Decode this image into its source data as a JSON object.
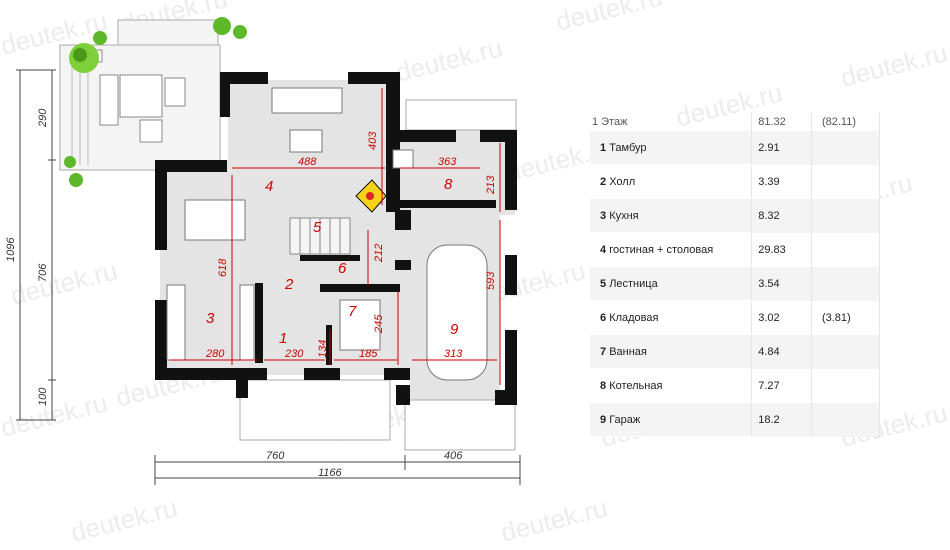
{
  "watermark": "deutek.ru",
  "dimensions": {
    "left_top": "290",
    "left_total": "1096",
    "left_mid": "706",
    "left_bottom": "100",
    "bottom_left": "760",
    "bottom_right": "406",
    "bottom_total": "1166"
  },
  "room_dims": {
    "d488": "488",
    "d403": "403",
    "d363": "363",
    "d213": "213",
    "d618": "618",
    "d212": "212",
    "d593": "593",
    "d245": "245",
    "d134": "134",
    "d280": "280",
    "d230": "230",
    "d185": "185",
    "d313": "313"
  },
  "room_numbers": [
    "1",
    "2",
    "3",
    "4",
    "5",
    "6",
    "7",
    "8",
    "9"
  ],
  "table": {
    "title": "1 Этаж",
    "total": "81.32",
    "total_alt": "(82.11)",
    "rooms": [
      {
        "num": "1",
        "name": "Тамбур",
        "area": "2.91",
        "alt": ""
      },
      {
        "num": "2",
        "name": "Холл",
        "area": "3.39",
        "alt": ""
      },
      {
        "num": "3",
        "name": "Кухня",
        "area": "8.32",
        "alt": ""
      },
      {
        "num": "4",
        "name": "гостиная + столовая",
        "area": "29.83",
        "alt": ""
      },
      {
        "num": "5",
        "name": "Лестница",
        "area": "3.54",
        "alt": ""
      },
      {
        "num": "6",
        "name": "Кладовая",
        "area": "3.02",
        "alt": "(3.81)"
      },
      {
        "num": "7",
        "name": "Ванная",
        "area": "4.84",
        "alt": ""
      },
      {
        "num": "8",
        "name": "Котельная",
        "area": "7.27",
        "alt": ""
      },
      {
        "num": "9",
        "name": "Гараж",
        "area": "18.2",
        "alt": ""
      }
    ]
  },
  "colors": {
    "wall": "#111111",
    "floor": "#e4e4e4",
    "dim_red": "#cc0000",
    "hatch": "#f3f3f3"
  }
}
